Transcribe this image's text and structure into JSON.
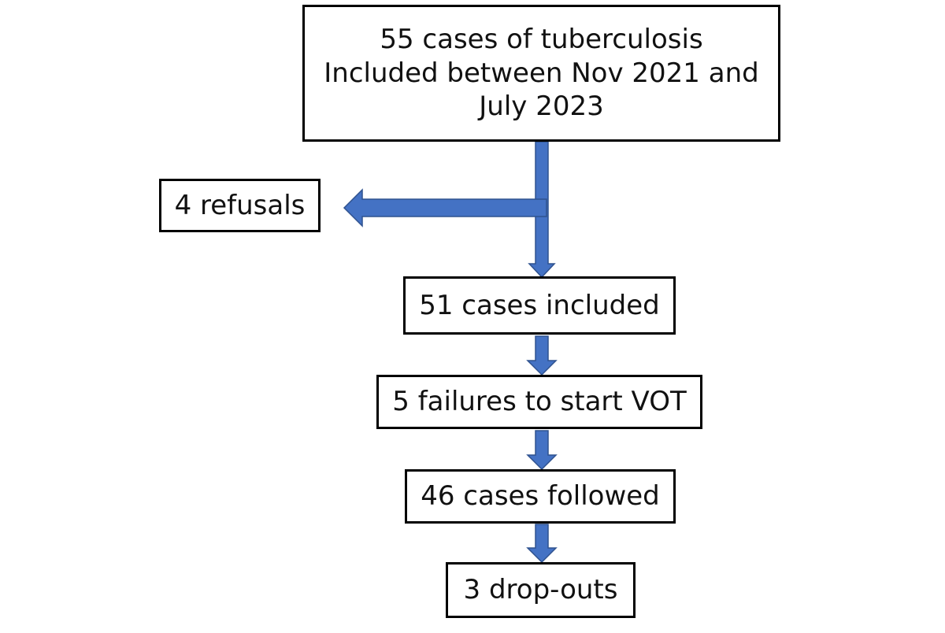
{
  "colors": {
    "arrow_fill": "#4472c4",
    "arrow_stroke": "#2f528f",
    "box_border": "#000000",
    "text": "#111111",
    "background": "#ffffff"
  },
  "nodes": {
    "start": {
      "line1": "55 cases of tuberculosis",
      "line2": "Included between Nov 2021 and",
      "line3": "July 2023"
    },
    "refusals": "4 refusals",
    "included": "51 cases included",
    "failures": "5 failures to start VOT",
    "followed": "46 cases followed",
    "dropouts": "3 drop-outs"
  }
}
